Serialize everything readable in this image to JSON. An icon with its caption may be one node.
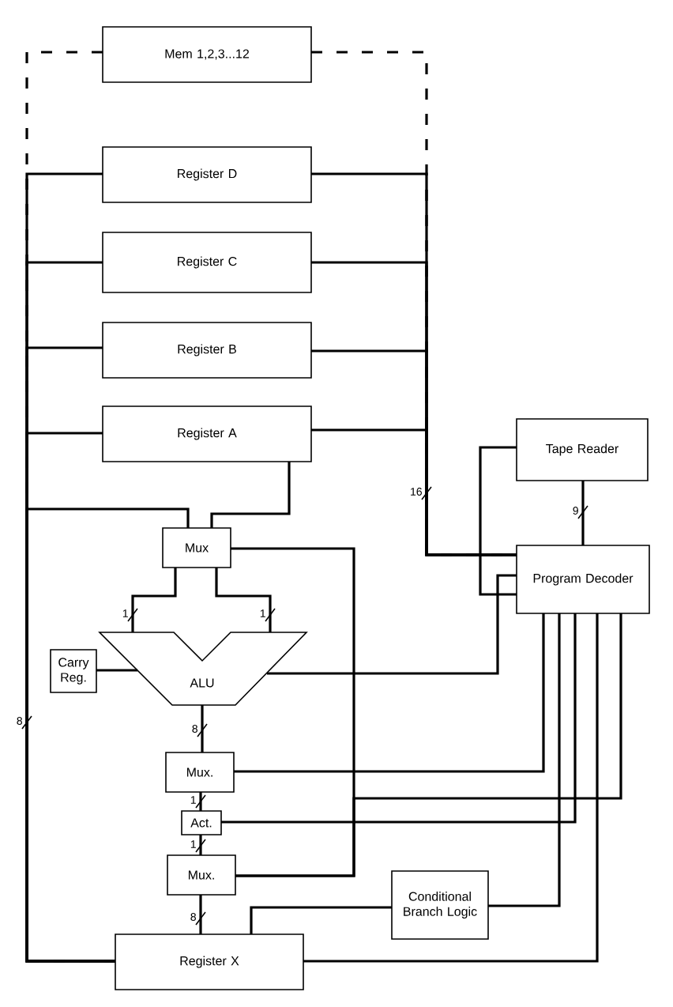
{
  "diagram": {
    "nodes": [
      {
        "text": [
          "Mem 1,2,3...12"
        ]
      },
      {
        "text": [
          "Register D"
        ]
      },
      {
        "text": [
          "Register C"
        ]
      },
      {
        "text": [
          "Register B"
        ]
      },
      {
        "text": [
          "Register A"
        ]
      },
      {
        "text": [
          "Tape Reader"
        ]
      },
      {
        "text": [
          "Mux"
        ]
      },
      {
        "text": [
          "Program Decoder"
        ]
      },
      {
        "text": [
          "Carry Reg."
        ]
      },
      {
        "text": [
          "ALU"
        ]
      },
      {
        "text": [
          "Mux."
        ]
      },
      {
        "text": [
          "Act."
        ]
      },
      {
        "text": [
          "Mux."
        ]
      },
      {
        "text": [
          "Conditional Branch Logic"
        ]
      },
      {
        "text": [
          "Register X"
        ]
      }
    ],
    "edges": [
      {
        "from": 0,
        "to": 14,
        "arrow": "none",
        "style": "dashed"
      },
      {
        "from": 1,
        "to": 14,
        "arrow": "none"
      },
      {
        "from": 2,
        "to": 14,
        "arrow": "none"
      },
      {
        "from": 3,
        "to": 14,
        "arrow": "none"
      },
      {
        "from": 4,
        "to": 14,
        "arrow": "none"
      },
      {
        "from": 14,
        "to": 6,
        "arrow": "none",
        "label": "8"
      },
      {
        "from": 0,
        "to": 7,
        "arrow": "none",
        "style": "dashed"
      },
      {
        "from": 1,
        "to": 7,
        "arrow": "none"
      },
      {
        "from": 2,
        "to": 7,
        "arrow": "none"
      },
      {
        "from": 3,
        "to": 7,
        "arrow": "none"
      },
      {
        "from": 4,
        "to": 7,
        "arrow": "none",
        "label": "16"
      },
      {
        "from": 4,
        "to": 6,
        "arrow": "none"
      },
      {
        "from": 6,
        "to": 9,
        "arrow": "none",
        "label": "1"
      },
      {
        "from": 6,
        "to": 9,
        "arrow": "none",
        "label": "1"
      },
      {
        "from": 8,
        "to": 9,
        "arrow": "none"
      },
      {
        "from": 9,
        "to": 7,
        "arrow": "none"
      },
      {
        "from": 5,
        "to": 7,
        "arrow": "none"
      },
      {
        "from": 5,
        "to": 7,
        "arrow": "none",
        "label": "9"
      },
      {
        "from": 9,
        "to": 10,
        "arrow": "none",
        "label": "8"
      },
      {
        "from": 10,
        "to": 7,
        "arrow": "none"
      },
      {
        "from": 10,
        "to": 11,
        "arrow": "none",
        "label": "1"
      },
      {
        "from": 11,
        "to": 12,
        "arrow": "none",
        "label": "1"
      },
      {
        "from": 11,
        "to": 7,
        "arrow": "none"
      },
      {
        "from": 6,
        "to": 12,
        "arrow": "none"
      },
      {
        "from": 7,
        "to": 12,
        "arrow": "none"
      },
      {
        "from": 7,
        "to": 13,
        "arrow": "none"
      },
      {
        "from": 13,
        "to": 14,
        "arrow": "none"
      },
      {
        "from": 7,
        "to": 14,
        "arrow": "none"
      },
      {
        "from": 12,
        "to": 14,
        "arrow": "none",
        "label": "8"
      }
    ]
  }
}
